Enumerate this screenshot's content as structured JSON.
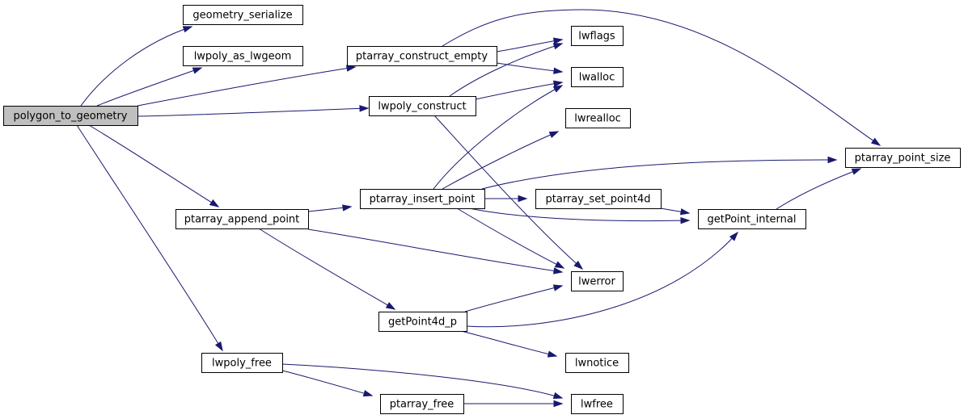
{
  "graph": {
    "root": "polygon_to_geometry",
    "nodes": [
      {
        "id": "polygon_to_geometry",
        "label": "polygon_to_geometry"
      },
      {
        "id": "geometry_serialize",
        "label": "geometry_serialize"
      },
      {
        "id": "lwpoly_as_lwgeom",
        "label": "lwpoly_as_lwgeom"
      },
      {
        "id": "ptarray_construct_empty",
        "label": "ptarray_construct_empty"
      },
      {
        "id": "lwpoly_construct",
        "label": "lwpoly_construct"
      },
      {
        "id": "ptarray_append_point",
        "label": "ptarray_append_point"
      },
      {
        "id": "lwpoly_free",
        "label": "lwpoly_free"
      },
      {
        "id": "lwflags",
        "label": "lwflags"
      },
      {
        "id": "lwalloc",
        "label": "lwalloc"
      },
      {
        "id": "lwrealloc",
        "label": "lwrealloc"
      },
      {
        "id": "ptarray_point_size",
        "label": "ptarray_point_size"
      },
      {
        "id": "ptarray_insert_point",
        "label": "ptarray_insert_point"
      },
      {
        "id": "ptarray_set_point4d",
        "label": "ptarray_set_point4d"
      },
      {
        "id": "getPoint_internal",
        "label": "getPoint_internal"
      },
      {
        "id": "lwerror",
        "label": "lwerror"
      },
      {
        "id": "getPoint4d_p",
        "label": "getPoint4d_p"
      },
      {
        "id": "lwnotice",
        "label": "lwnotice"
      },
      {
        "id": "ptarray_free",
        "label": "ptarray_free"
      },
      {
        "id": "lwfree",
        "label": "lwfree"
      }
    ],
    "edges": [
      {
        "from": "polygon_to_geometry",
        "to": "geometry_serialize"
      },
      {
        "from": "polygon_to_geometry",
        "to": "lwpoly_as_lwgeom"
      },
      {
        "from": "polygon_to_geometry",
        "to": "ptarray_construct_empty"
      },
      {
        "from": "polygon_to_geometry",
        "to": "lwpoly_construct"
      },
      {
        "from": "polygon_to_geometry",
        "to": "ptarray_append_point"
      },
      {
        "from": "polygon_to_geometry",
        "to": "lwpoly_free"
      },
      {
        "from": "ptarray_construct_empty",
        "to": "lwflags"
      },
      {
        "from": "ptarray_construct_empty",
        "to": "lwalloc"
      },
      {
        "from": "ptarray_construct_empty",
        "to": "ptarray_point_size"
      },
      {
        "from": "lwpoly_construct",
        "to": "lwflags"
      },
      {
        "from": "lwpoly_construct",
        "to": "lwalloc"
      },
      {
        "from": "lwpoly_construct",
        "to": "lwerror"
      },
      {
        "from": "ptarray_append_point",
        "to": "ptarray_insert_point"
      },
      {
        "from": "ptarray_append_point",
        "to": "lwerror"
      },
      {
        "from": "ptarray_append_point",
        "to": "getPoint4d_p"
      },
      {
        "from": "ptarray_insert_point",
        "to": "lwalloc"
      },
      {
        "from": "ptarray_insert_point",
        "to": "lwrealloc"
      },
      {
        "from": "ptarray_insert_point",
        "to": "ptarray_point_size"
      },
      {
        "from": "ptarray_insert_point",
        "to": "ptarray_set_point4d"
      },
      {
        "from": "ptarray_insert_point",
        "to": "getPoint_internal"
      },
      {
        "from": "ptarray_insert_point",
        "to": "lwerror"
      },
      {
        "from": "ptarray_set_point4d",
        "to": "getPoint_internal"
      },
      {
        "from": "getPoint_internal",
        "to": "ptarray_point_size"
      },
      {
        "from": "getPoint4d_p",
        "to": "lwerror"
      },
      {
        "from": "getPoint4d_p",
        "to": "getPoint_internal"
      },
      {
        "from": "getPoint4d_p",
        "to": "lwnotice"
      },
      {
        "from": "lwpoly_free",
        "to": "ptarray_free"
      },
      {
        "from": "lwpoly_free",
        "to": "lwfree"
      },
      {
        "from": "ptarray_free",
        "to": "lwfree"
      }
    ]
  },
  "colors": {
    "edge": "#191970",
    "root_fill": "#bfbfbf",
    "node_fill": "#ffffff",
    "node_border": "#000000"
  }
}
